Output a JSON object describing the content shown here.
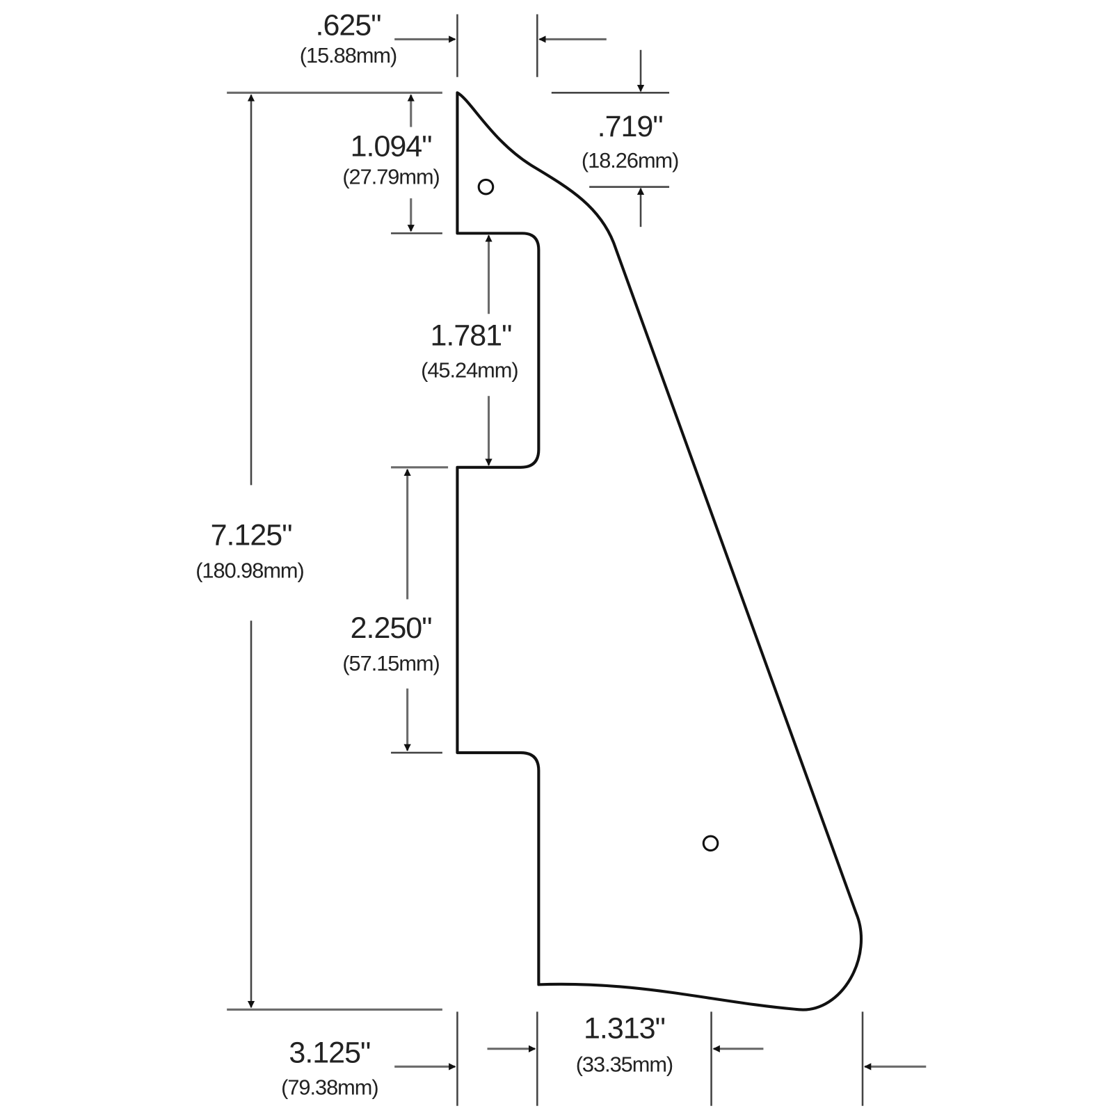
{
  "diagram": {
    "title": "Pickguard dimension drawing",
    "colors": {
      "outline": "#111111",
      "dimension": "#6a6a6a",
      "background": "#ffffff"
    },
    "dimensions": {
      "top_width": {
        "inch": ".625\"",
        "mm": "(15.88mm)"
      },
      "top_notch": {
        "inch": "1.094\"",
        "mm": "(27.79mm)"
      },
      "top_right": {
        "inch": ".719\"",
        "mm": "(18.26mm)"
      },
      "upper_cutout": {
        "inch": "1.781\"",
        "mm": "(45.24mm)"
      },
      "total_height": {
        "inch": "7.125\"",
        "mm": "(180.98mm)"
      },
      "lower_step": {
        "inch": "2.250\"",
        "mm": "(57.15mm)"
      },
      "total_width": {
        "inch": "3.125\"",
        "mm": "(79.38mm)"
      },
      "bottom_width": {
        "inch": "1.313\"",
        "mm": "(33.35mm)"
      }
    }
  }
}
